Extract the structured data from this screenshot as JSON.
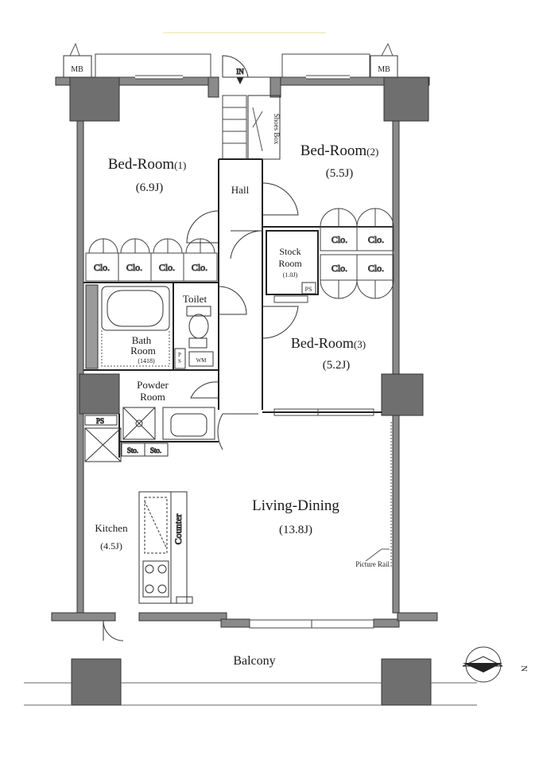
{
  "rooms": {
    "bedroom1": {
      "name": "Bed-Room",
      "num": "(1)",
      "size": "(6.9J)"
    },
    "bedroom2": {
      "name": "Bed-Room",
      "num": "(2)",
      "size": "(5.5J)"
    },
    "bedroom3": {
      "name": "Bed-Room",
      "num": "(3)",
      "size": "(5.2J)"
    },
    "hall": "Hall",
    "stock": {
      "line1": "Stock",
      "line2": "Room",
      "size": "(1.0J)"
    },
    "toilet": "Toilet",
    "bath": {
      "line1": "Bath",
      "line2": "Room",
      "size": "(1418)"
    },
    "powder": {
      "line1": "Powder",
      "line2": "Room"
    },
    "living": {
      "name": "Living-Dining",
      "size": "(13.8J)"
    },
    "kitchen": {
      "name": "Kitchen",
      "size": "(4.5J)"
    },
    "balcony": "Balcony"
  },
  "labels": {
    "mb": "MB",
    "in": "IN",
    "shoes_box": "Shoes Box",
    "clo": "Clo.",
    "ps": "PS",
    "pis": "P\nS",
    "wm": "WM",
    "sto": "Sto.",
    "counter": "Counter",
    "picture_rail": "Picture Rail"
  },
  "compass": {
    "north": "N"
  },
  "colors": {
    "wall": "#8a8a8a",
    "wall_stroke": "#333333",
    "column": "#6f6f6f",
    "line": "#222222"
  }
}
